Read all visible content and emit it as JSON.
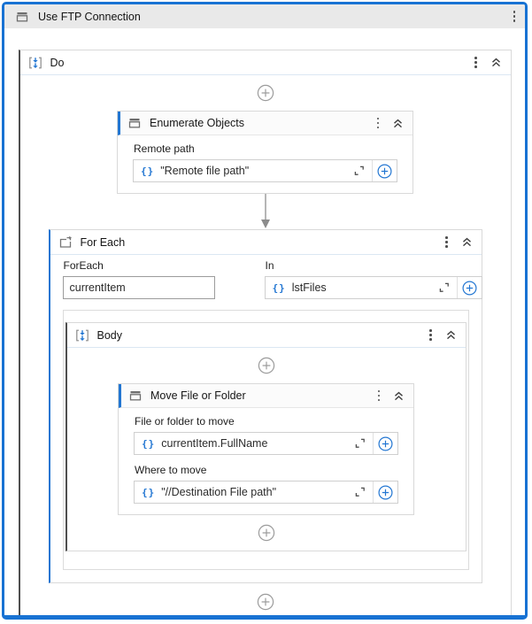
{
  "titlebar": {
    "title": "Use FTP Connection"
  },
  "do_scope": {
    "title": "Do"
  },
  "enumerate_card": {
    "title": "Enumerate Objects",
    "remote_path": {
      "label": "Remote path",
      "value": "\"Remote file path\""
    }
  },
  "for_each": {
    "title": "For Each",
    "foreach": {
      "label": "ForEach",
      "value": "currentItem"
    },
    "in": {
      "label": "In",
      "value": "lstFiles"
    }
  },
  "body_scope": {
    "title": "Body"
  },
  "move_card": {
    "title": "Move File or Folder",
    "source": {
      "label": "File or folder to move",
      "value": "currentItem.FullName"
    },
    "destination": {
      "label": "Where to move",
      "value": "\"//Destination File path\""
    }
  },
  "icons": {
    "braces": "{}"
  },
  "colors": {
    "accent_blue": "#2276d2",
    "frame_blue": "#1872d3"
  }
}
